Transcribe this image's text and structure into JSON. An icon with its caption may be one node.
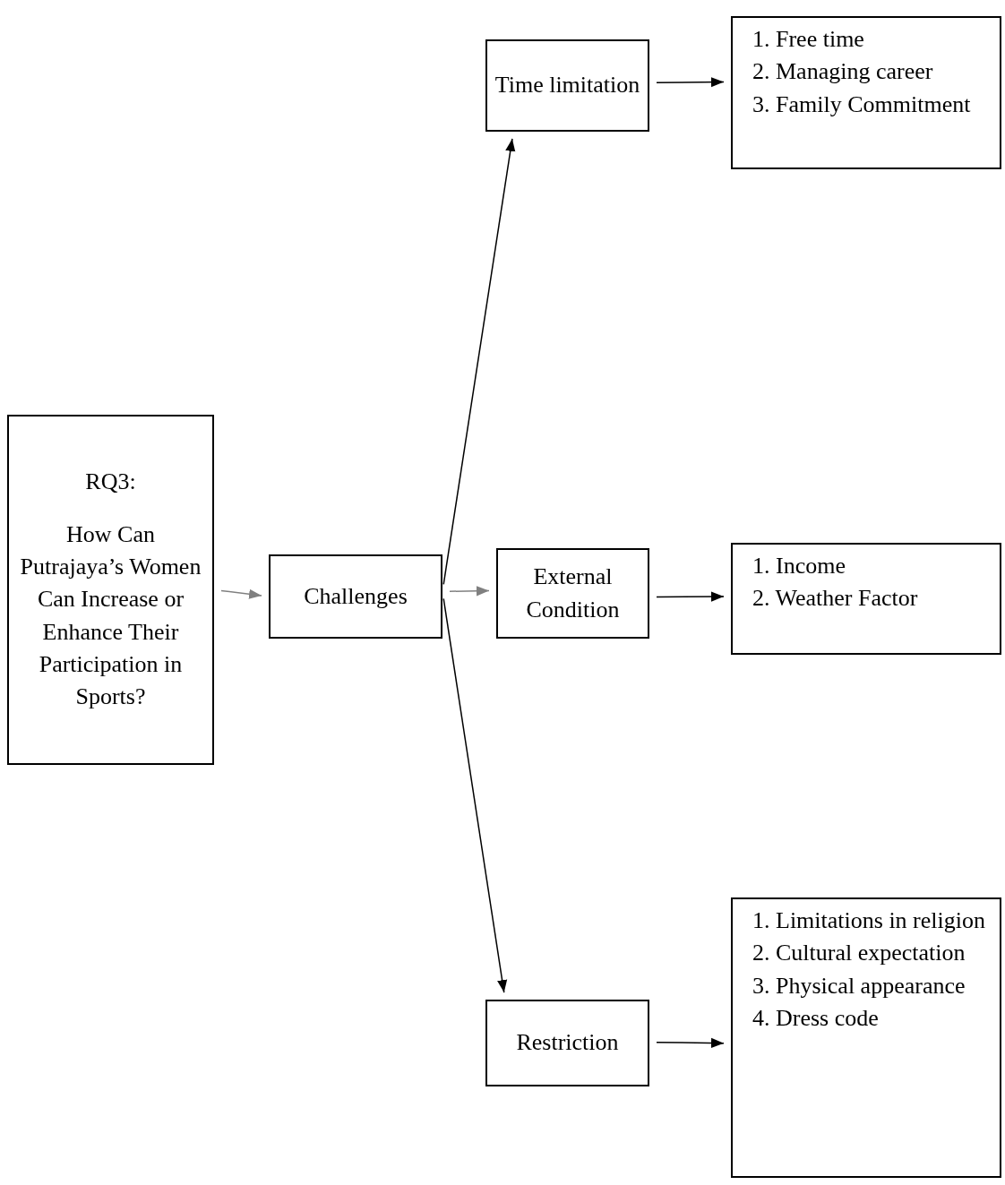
{
  "diagram": {
    "nodes": [
      {
        "text": [
          "RQ3:",
          "How Can Putrajaya’s Women Can Increase or Enhance Their Participation in Sports?"
        ]
      },
      {
        "text": [
          "Challenges"
        ]
      },
      {
        "text": [
          "Time limitation"
        ]
      },
      {
        "text": [
          "1. Free time",
          "2. Managing career",
          "3. Family Commitment"
        ]
      },
      {
        "text": [
          "External Condition"
        ]
      },
      {
        "text": [
          "1. Income",
          "2. Weather Factor"
        ]
      },
      {
        "text": [
          "Restriction"
        ]
      },
      {
        "text": [
          "1. Limitations in religion",
          "2. Cultural expectation",
          "3. Physical appearance",
          "4. Dress code"
        ]
      }
    ],
    "edges": [
      {
        "from": 0,
        "to": 1,
        "arrow": "to",
        "color": "#808080"
      },
      {
        "from": 1,
        "to": 2,
        "arrow": "to"
      },
      {
        "from": 1,
        "to": 4,
        "arrow": "to",
        "color": "#808080"
      },
      {
        "from": 1,
        "to": 6,
        "arrow": "to"
      },
      {
        "from": 2,
        "to": 3,
        "arrow": "to"
      },
      {
        "from": 4,
        "to": 5,
        "arrow": "to"
      },
      {
        "from": 6,
        "to": 7,
        "arrow": "to"
      }
    ]
  }
}
